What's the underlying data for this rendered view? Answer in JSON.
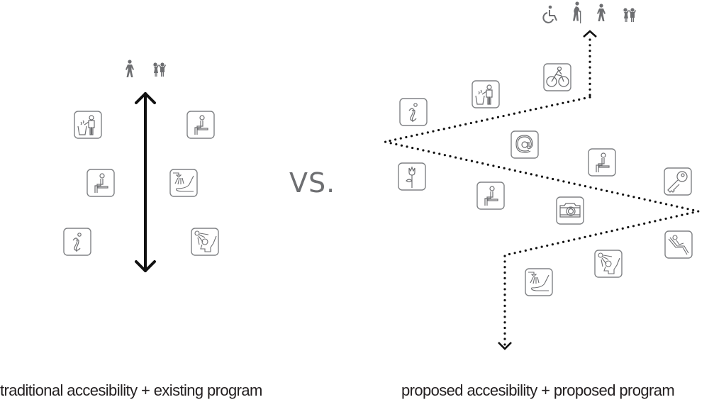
{
  "vs_label": "VS.",
  "colors": {
    "icon": "#6d6e71",
    "arrow": "#111111",
    "text": "#231f20"
  },
  "left_panel": {
    "caption": "traditional accesibility + existing program",
    "users": [
      "pedestrian",
      "children"
    ],
    "arrow_style": "solid-bidirectional",
    "program_icons": [
      "trash-bin",
      "seat",
      "seat",
      "foot-shower",
      "info",
      "shower"
    ]
  },
  "right_panel": {
    "caption": "proposed accesibility + proposed program",
    "users": [
      "wheelchair",
      "elderly",
      "pedestrian",
      "children"
    ],
    "arrow_style": "dotted-zigzag",
    "program_icons": [
      "bicycle",
      "trash-bin",
      "info",
      "at-sign",
      "seat",
      "key",
      "flower",
      "seat",
      "camera",
      "recliner",
      "shower",
      "foot-shower"
    ]
  }
}
